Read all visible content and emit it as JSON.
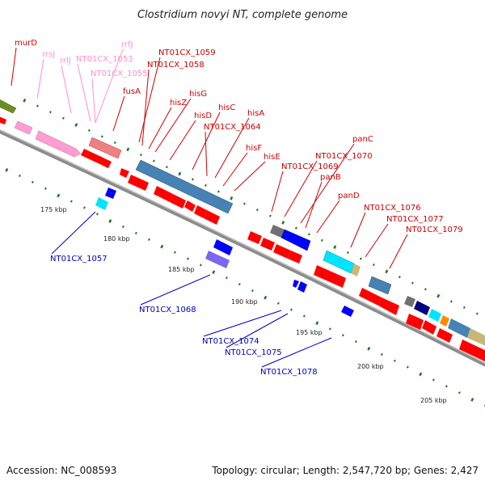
{
  "title": "Clostridium novyi NT, complete genome",
  "footer": {
    "accession": "Accession: NC_008593",
    "topology": "Topology: circular; Length: 2,547,720 bp; Genes: 2,427"
  },
  "colors": {
    "forward_gene": "#ff0000",
    "reverse_gene": "#0000cc",
    "rna_label": "#ff8fc8",
    "backbone": "#8c8c8c",
    "forward_label": "#cc0000",
    "reverse_label": "#0000bb"
  },
  "scale": {
    "unit": "kbp",
    "ticks": [
      "175 kbp",
      "180 kbp",
      "185 kbp",
      "190 kbp",
      "195 kbp",
      "200 kbp",
      "205 kbp"
    ]
  },
  "labels": {
    "top": [
      {
        "text": "murD",
        "color": "#cc0000"
      },
      {
        "text": "rrsJ",
        "color": "#ff8fc8"
      },
      {
        "text": "rrlJ",
        "color": "#ff8fc8"
      },
      {
        "text": "NT01CX_1053",
        "color": "#ff8fc8"
      },
      {
        "text": "rrfJ",
        "color": "#ff8fc8"
      },
      {
        "text": "NT01CX_1055",
        "color": "#ff8fc8"
      },
      {
        "text": "NT01CX_1059",
        "color": "#cc0000"
      },
      {
        "text": "NT01CX_1058",
        "color": "#cc0000"
      },
      {
        "text": "fusA",
        "color": "#cc0000"
      },
      {
        "text": "hisG",
        "color": "#cc0000"
      },
      {
        "text": "hisZ",
        "color": "#cc0000"
      },
      {
        "text": "hisC",
        "color": "#cc0000"
      },
      {
        "text": "hisD",
        "color": "#cc0000"
      },
      {
        "text": "hisA",
        "color": "#cc0000"
      },
      {
        "text": "NT01CX_1064",
        "color": "#cc0000"
      },
      {
        "text": "hisF",
        "color": "#cc0000"
      },
      {
        "text": "hisE",
        "color": "#cc0000"
      },
      {
        "text": "panC",
        "color": "#cc0000"
      },
      {
        "text": "NT01CX_1070",
        "color": "#cc0000"
      },
      {
        "text": "NT01CX_1069",
        "color": "#cc0000"
      },
      {
        "text": "panB",
        "color": "#cc0000"
      },
      {
        "text": "panD",
        "color": "#cc0000"
      },
      {
        "text": "NT01CX_1076",
        "color": "#cc0000"
      },
      {
        "text": "NT01CX_1077",
        "color": "#cc0000"
      },
      {
        "text": "NT01CX_1079",
        "color": "#cc0000"
      }
    ],
    "bottom": [
      {
        "text": "NT01CX_1057",
        "color": "#0000bb"
      },
      {
        "text": "NT01CX_1068",
        "color": "#0000bb"
      },
      {
        "text": "NT01CX_1074",
        "color": "#0000bb"
      },
      {
        "text": "NT01CX_1075",
        "color": "#0000bb"
      },
      {
        "text": "NT01CX_1078",
        "color": "#0000bb"
      }
    ]
  }
}
